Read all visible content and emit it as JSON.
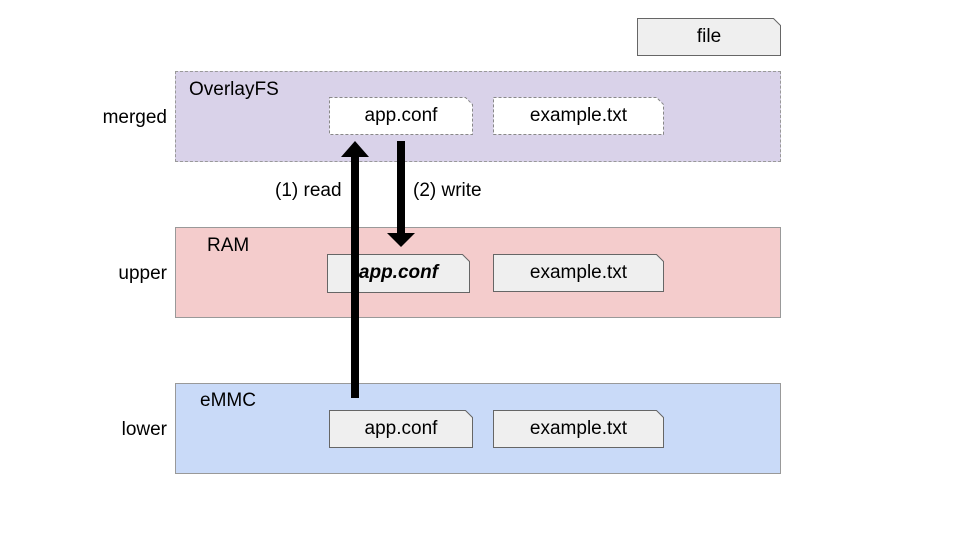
{
  "legend": {
    "file_label": "file"
  },
  "layers": {
    "merged": {
      "side_label": "merged",
      "title": "OverlayFS",
      "files": [
        "app.conf",
        "example.txt"
      ],
      "fill": "#d9d2e9",
      "border": "dashed"
    },
    "upper": {
      "side_label": "upper",
      "title": "RAM",
      "files": [
        "app.conf",
        "example.txt"
      ],
      "fill": "#f4cccc"
    },
    "lower": {
      "side_label": "lower",
      "title": "eMMC",
      "files": [
        "app.conf",
        "example.txt"
      ],
      "fill": "#c9daf8"
    }
  },
  "arrows": {
    "read_label": "(1) read",
    "write_label": "(2) write"
  }
}
